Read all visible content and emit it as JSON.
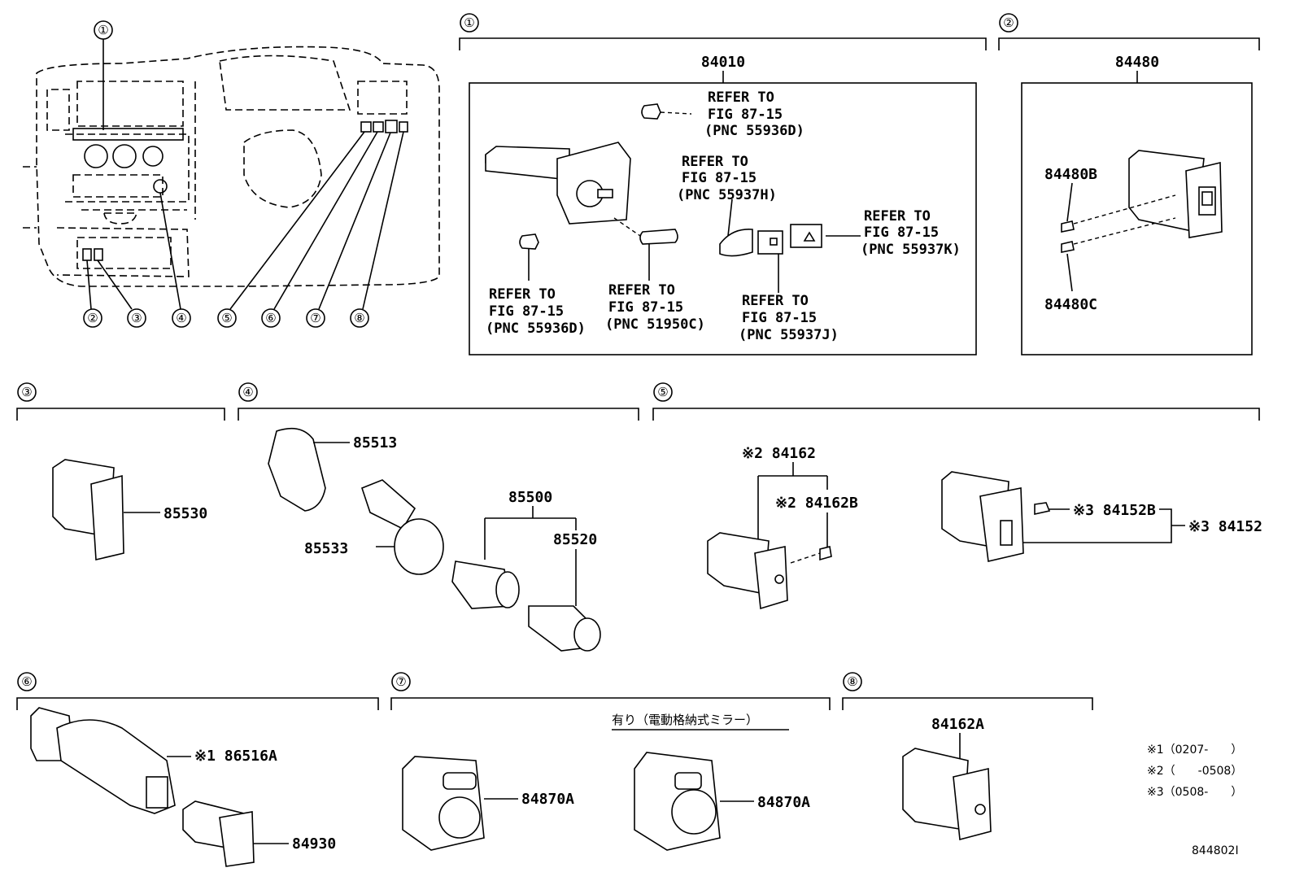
{
  "diagram_id": "844802I",
  "sections": {
    "s1": {
      "num": "①",
      "part": "84010"
    },
    "s2": {
      "num": "②",
      "part": "84480"
    },
    "s3": {
      "num": "③"
    },
    "s4": {
      "num": "④"
    },
    "s5": {
      "num": "⑤"
    },
    "s6": {
      "num": "⑥"
    },
    "s7": {
      "num": "⑦"
    },
    "s8": {
      "num": "⑧"
    }
  },
  "overview_callouts": [
    "①",
    "②",
    "③",
    "④",
    "⑤",
    "⑥",
    "⑦",
    "⑧"
  ],
  "refer": {
    "r1": [
      "REFER TO",
      "FIG 87-15",
      "(PNC 55936D)"
    ],
    "r2": [
      "REFER TO",
      "FIG 87-15",
      "(PNC 55937H)"
    ],
    "r3": [
      "REFER TO",
      "FIG 87-15",
      "(PNC 55937K)"
    ],
    "r4": [
      "REFER TO",
      "FIG 87-15",
      "(PNC 55936D)"
    ],
    "r5": [
      "REFER TO",
      "FIG 87-15",
      "(PNC 51950C)"
    ],
    "r6": [
      "REFER TO",
      "FIG 87-15",
      "(PNC 55937J)"
    ]
  },
  "parts": {
    "p84480B": "84480B",
    "p84480C": "84480C",
    "p85530": "85530",
    "p85513": "85513",
    "p85533": "85533",
    "p85500": "85500",
    "p85520": "85520",
    "p84162": "※2 84162",
    "p84162B": "※2 84162B",
    "p84152B": "※3 84152B",
    "p84152": "※3 84152",
    "p86516A": "※1 86516A",
    "p84930": "84930",
    "p84870A_1": "84870A",
    "p84870A_2": "84870A",
    "p84162A": "84162A"
  },
  "s7_note": "有り（電動格納式ミラー）",
  "legend": [
    "※1（0207-　　）",
    "※2（　　-0508）",
    "※3（0508-　　）"
  ]
}
